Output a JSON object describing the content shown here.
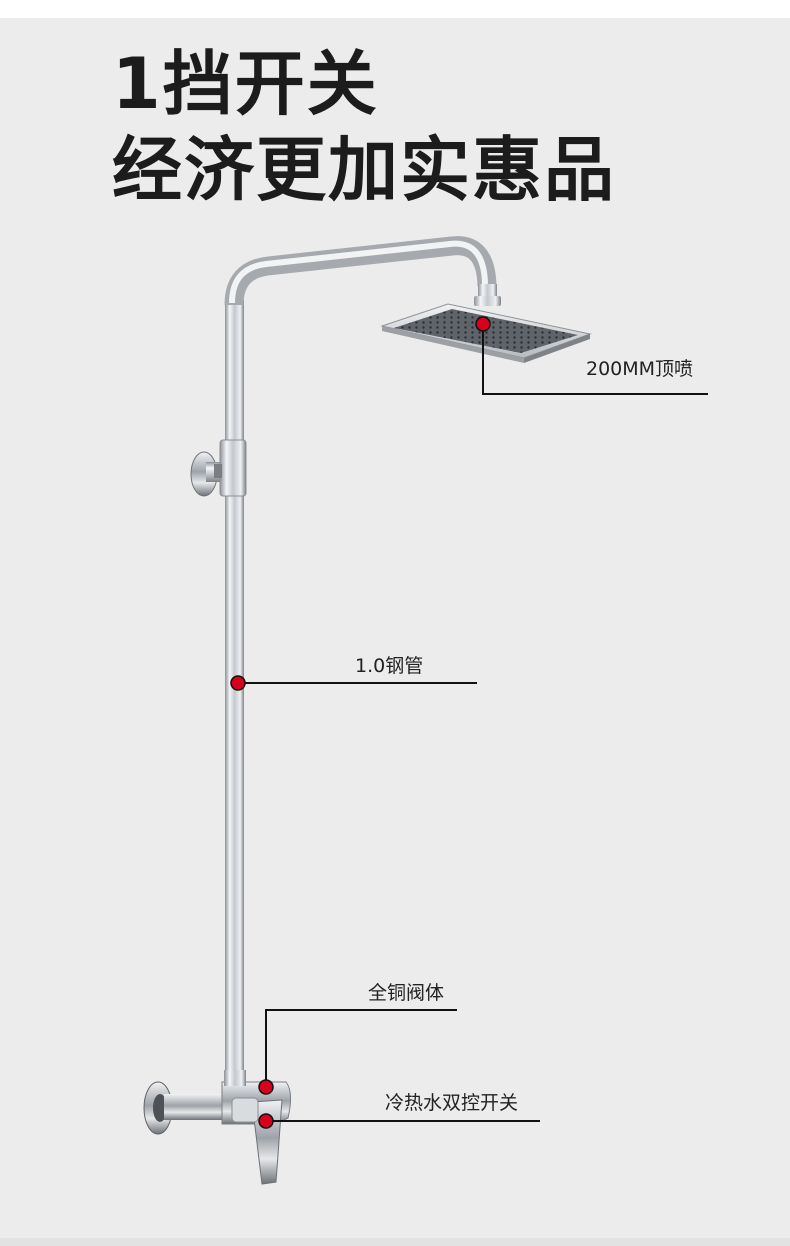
{
  "headline": {
    "line1": "1挡开关",
    "line2": "经济更加实惠品"
  },
  "callouts": {
    "head": "200MM顶喷",
    "pipe": "1.0钢管",
    "valve": "全铜阀体",
    "switch": "冷热水双控开关"
  },
  "colors": {
    "background": "#ececec",
    "text": "#1c1c1c",
    "marker": "#d8001c",
    "chrome": "#c9ccd0"
  }
}
